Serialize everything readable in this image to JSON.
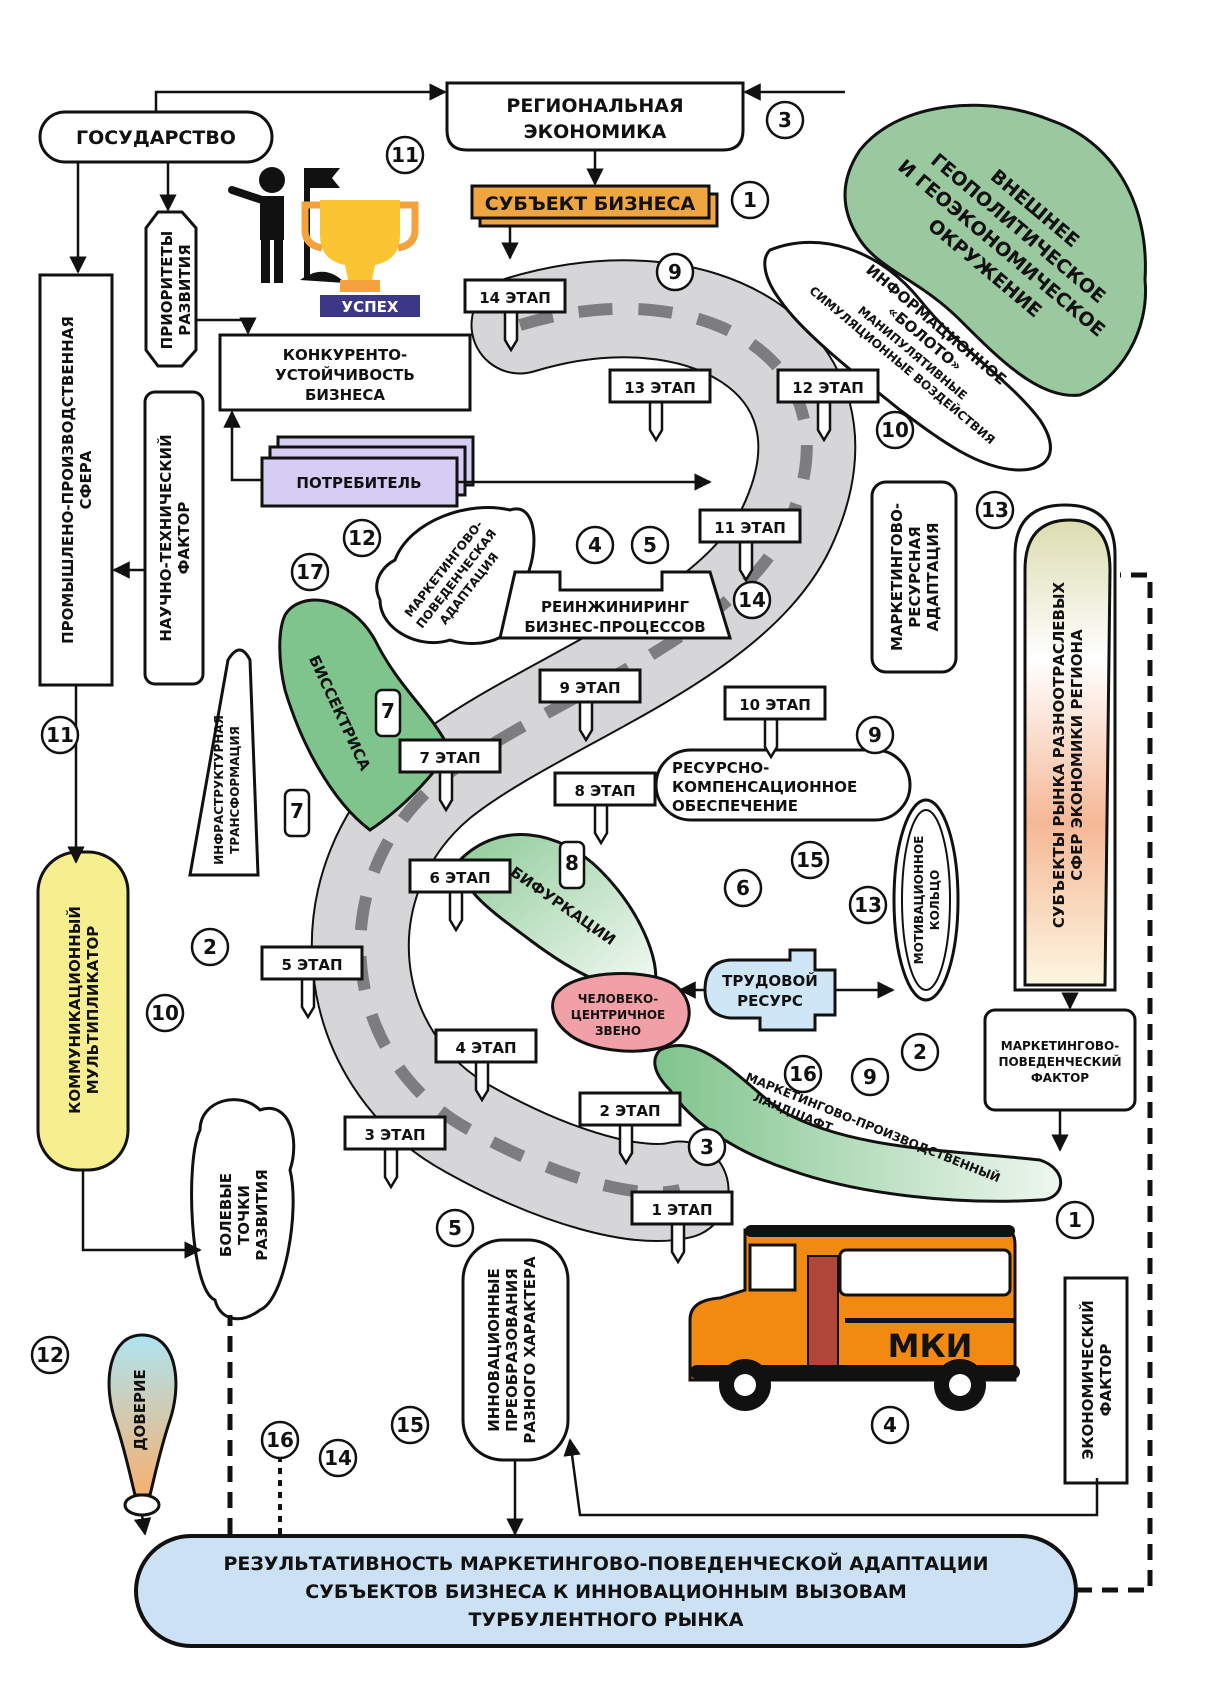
{
  "diagram": {
    "title": "Результативность маркетингово-поведенческой адаптации субъектов бизнеса к инновационным вызовам турбулентного рынка",
    "colors": {
      "subject_business": "#f0a640",
      "consumer": "#d6cdf5",
      "external_env": "#9ac9a0",
      "bisector": "#7fc48c",
      "comm_multiplier": "#f7ef8f",
      "human_link": "#f0a0a6",
      "labor_resource": "#cfe6f7",
      "result": "#cce1f4",
      "trust_top": "#aee4f0",
      "trust_bottom": "#f6b070",
      "market_subjects_mid": "#f5b896",
      "bus": "#f28a12",
      "trophy": "#fbc531",
      "trophy_base": "#3b3987"
    },
    "nodes": {
      "state": "ГОСУДАРСТВО",
      "regional_economy": [
        "РЕГИОНАЛЬНАЯ",
        "ЭКОНОМИКА"
      ],
      "business_subject": "СУБЪЕКТ БИЗНЕСА",
      "success": "УСПЕХ",
      "external_env": [
        "ВНЕШНЕЕ",
        "ГЕОПОЛИТИЧЕСКОЕ",
        "И ГЕОЭКОНОМИЧЕСКОЕ",
        "ОКРУЖЕНИЕ"
      ],
      "info_swamp": [
        "ИНФОРМАЦИОННОЕ",
        "«БОЛОТО»",
        "МАНИПУЛЯТИВНЫЕ",
        "СИМУЛЯЦИОННЫЕ ВОЗДЕЙСТВИЯ"
      ],
      "dev_priorities": [
        "ПРИОРИТЕТЫ",
        "РАЗВИТИЯ"
      ],
      "competitiveness": [
        "КОНКУРЕНТО-",
        "УСТОЙЧИВОСТЬ",
        "БИЗНЕСА"
      ],
      "industrial_sphere": [
        "ПРОМЫШЛЕНО-ПРОИЗВОДСТВЕННАЯ",
        "СФЕРА"
      ],
      "sci_tech_factor": [
        "НАУЧНО-ТЕХНИЧЕСКИЙ",
        "ФАКТОР"
      ],
      "consumer": "ПОТРЕБИТЕЛЬ",
      "mkt_behav_adaptation": [
        "МАРКЕТИНГОВО-",
        "ПОВЕДЕНЧЕСКАЯ",
        "АДАПТАЦИЯ"
      ],
      "reengineering": [
        "РЕИНЖИНИРИНГ",
        "БИЗНЕС-ПРОЦЕССОВ"
      ],
      "mkt_resource_adaptation": [
        "МАРКЕТИНГОВО-",
        "РЕСУРСНАЯ",
        "АДАПТАЦИЯ"
      ],
      "market_subjects": [
        "СУБЪЕКТЫ РЫНКА РАЗНООТРАСЛЕВЫХ",
        "СФЕР ЭКОНОМИКИ РЕГИОНА"
      ],
      "infra_transform": [
        "ИНФРАСТРУКТУРНАЯ",
        "ТРАНСФОРМАЦИЯ"
      ],
      "bisector": "БИССЕКТРИСА",
      "resource_comp": [
        "РЕСУРСНО-",
        "КОМПЕНСАЦИОННОЕ",
        "ОБЕСПЕЧЕНИЕ"
      ],
      "bifurcations": "БИФУРКАЦИИ",
      "comm_multiplier": [
        "КОММУНИКАЦИОННЫЙ",
        "МУЛЬТИПЛИКАТОР"
      ],
      "human_link": [
        "ЧЕЛОВЕКО-",
        "ЦЕНТРИЧНОЕ",
        "ЗВЕНО"
      ],
      "labor_resource": [
        "ТРУДОВОЙ",
        "РЕСУРС"
      ],
      "motivation_ring": [
        "МОТИВАЦИОННОЕ",
        "КОЛЬЦО"
      ],
      "mkt_behav_factor": [
        "МАРКЕТИНГОВО-",
        "ПОВЕДЕНЧЕСКИЙ",
        "ФАКТОР"
      ],
      "mkt_prod_landscape": [
        "МАРКЕТИНГОВО-ПРОИЗВОДСТВЕННЫЙ",
        "ЛАНДШАФТ"
      ],
      "pain_points": [
        "БОЛЕВЫЕ",
        "ТОЧКИ",
        "РАЗВИТИЯ"
      ],
      "innovations": [
        "ИННОВАЦИОННЫЕ",
        "ПРЕОБРАЗОВАНИЯ",
        "РАЗНОГО ХАРАКТЕРА"
      ],
      "trust": "ДОВЕРИЕ",
      "economic_factor": [
        "ЭКОНОМИЧЕСКИЙ",
        "ФАКТОР"
      ],
      "bus_label": "МКИ",
      "result": [
        "РЕЗУЛЬТАТИВНОСТЬ МАРКЕТИНГОВО-ПОВЕДЕНЧЕСКОЙ АДАПТАЦИИ",
        "СУБЪЕКТОВ БИЗНЕСА К ИННОВАЦИОННЫМ ВЫЗОВАМ",
        "ТУРБУЛЕНТНОГО РЫНКА"
      ]
    },
    "stages": [
      "1 ЭТАП",
      "2 ЭТАП",
      "3 ЭТАП",
      "4 ЭТАП",
      "5 ЭТАП",
      "6 ЭТАП",
      "7 ЭТАП",
      "8 ЭТАП",
      "9 ЭТАП",
      "10 ЭТАП",
      "11 ЭТАП",
      "12 ЭТАП",
      "13 ЭТАП",
      "14 ЭТАП"
    ],
    "markers": [
      "11",
      "3",
      "1",
      "9",
      "10",
      "13",
      "11",
      "12",
      "17",
      "4",
      "5",
      "14",
      "9",
      "15",
      "13",
      "6",
      "2",
      "10",
      "16",
      "9",
      "2",
      "3",
      "1",
      "5",
      "4",
      "12",
      "16",
      "14",
      "15"
    ],
    "battery_markers": [
      "7",
      "7",
      "8"
    ]
  }
}
